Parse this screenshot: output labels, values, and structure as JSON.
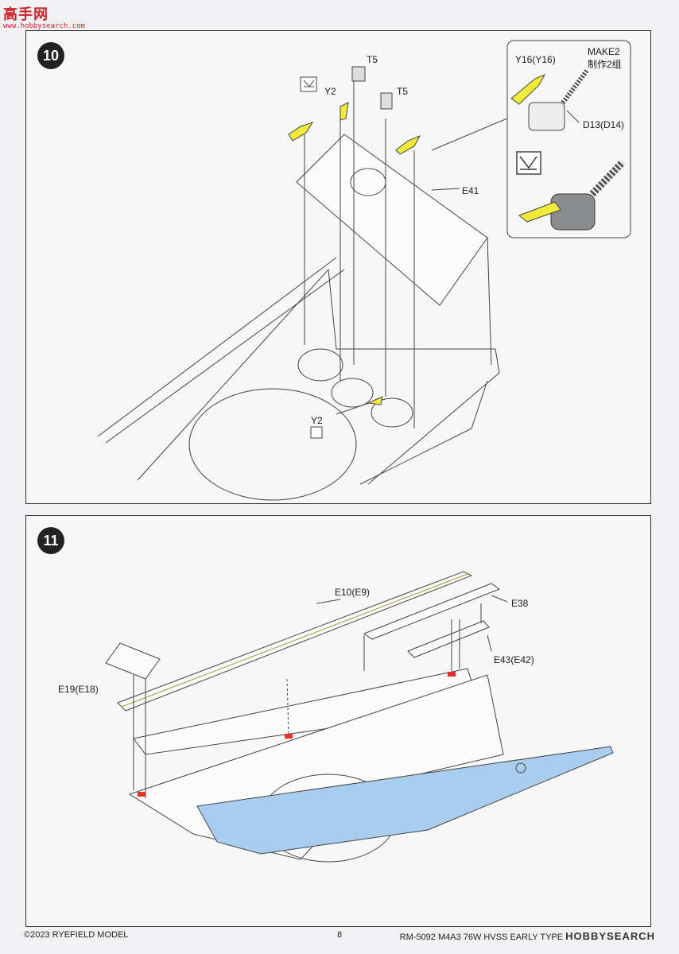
{
  "watermark": {
    "logo": "高手网",
    "url": "www.hobbysearch.com"
  },
  "step10": {
    "number": "10",
    "labels": {
      "t5_top": "T5",
      "y2_top": "Y2",
      "t5_right": "T5",
      "e41": "E41",
      "y2_bottom": "Y2",
      "make2": "MAKE2",
      "make2_cn": "制作2组",
      "y16": "Y16(Y16)",
      "d13": "D13(D14)"
    }
  },
  "step11": {
    "number": "11",
    "labels": {
      "e10": "E10(E9)",
      "e38": "E38",
      "e43": "E43(E42)",
      "e19": "E19(E18)"
    }
  },
  "footer": {
    "copyright": "©2023 RYEFIELD MODEL",
    "page": "8",
    "product": "RM-5092 M4A3 76W HVSS EARLY TYPE",
    "hobbysearch": "HOBBYSEARCH"
  },
  "colors": {
    "yellow_part": "#f2ea3a",
    "blue_part": "#a9cdee",
    "red_glue": "#e8302a",
    "gray_part": "#8a8c90"
  }
}
